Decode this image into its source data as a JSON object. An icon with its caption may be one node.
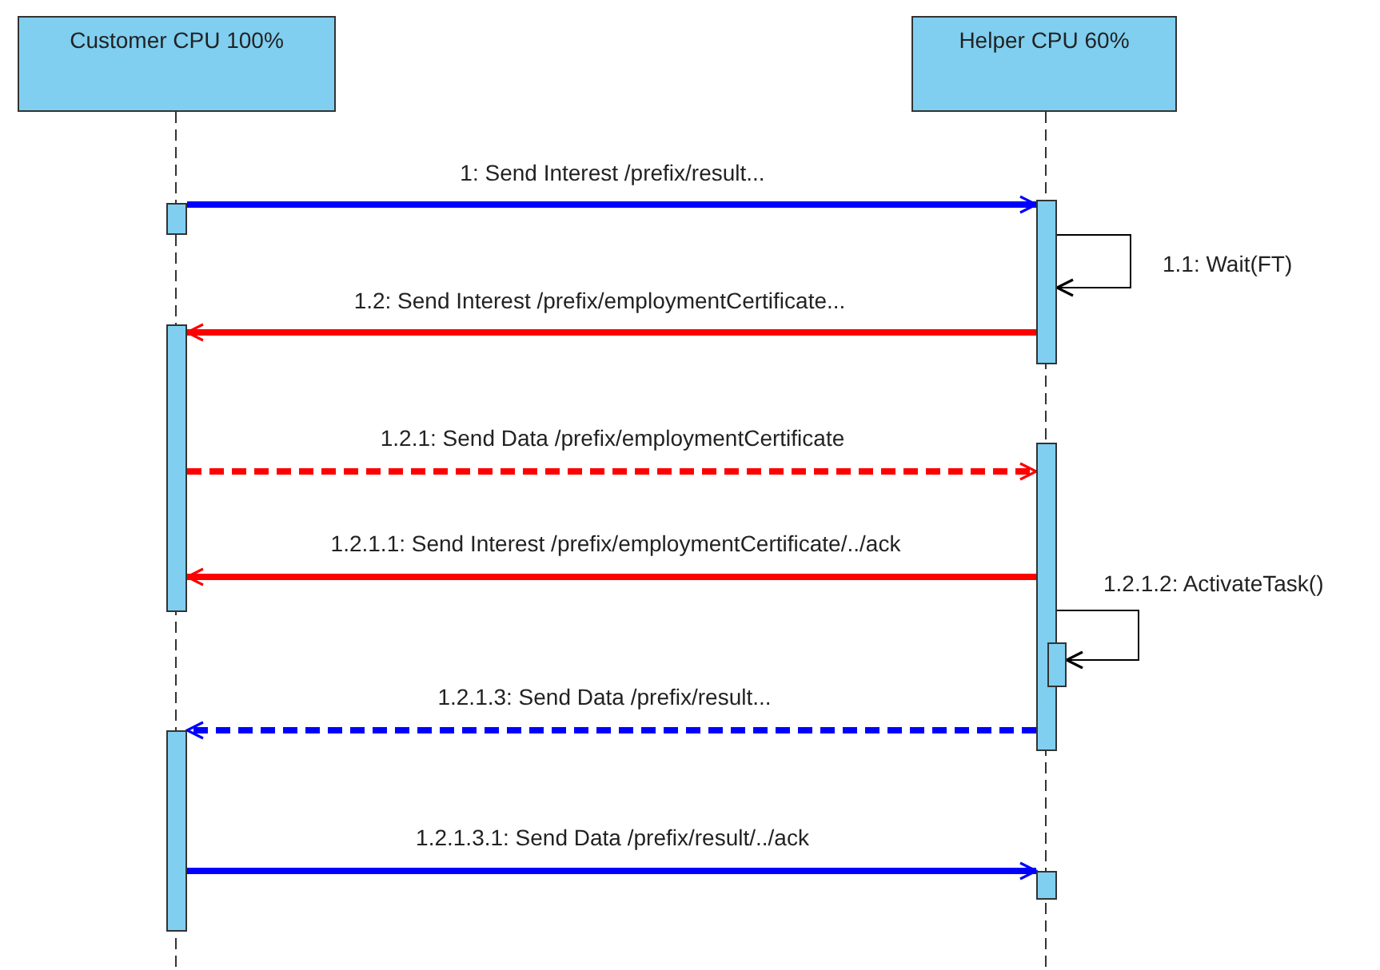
{
  "diagram": {
    "nodes": [
      {
        "text": [
          "Customer CPU 100%"
        ]
      },
      {
        "text": [
          "Helper CPU 60%"
        ]
      },
      {
        "text": [],
        "shape": "bar"
      },
      {
        "text": [],
        "shape": "bar"
      },
      {
        "text": [],
        "shape": "bar"
      },
      {
        "text": [],
        "shape": "bar"
      },
      {
        "text": [],
        "shape": "bar"
      },
      {
        "text": [],
        "shape": "bar"
      },
      {
        "text": [],
        "shape": "bar"
      }
    ],
    "edges": [
      {
        "from": 2,
        "to": 5,
        "arrow": "to",
        "label": "1: Send Interest /prefix/result...",
        "color": "#0000ff"
      },
      {
        "from": 5,
        "to": 5,
        "arrow": "to",
        "label": "1.1: Wait(FT)",
        "color": "#000000"
      },
      {
        "from": 5,
        "to": 3,
        "arrow": "to",
        "label": "1.2: Send Interest /prefix/employmentCertificate...",
        "color": "#ff0000"
      },
      {
        "from": 3,
        "to": 6,
        "arrow": "to",
        "label": "1.2.1: Send Data /prefix/employmentCertificate",
        "style": "dashed",
        "color": "#ff0000"
      },
      {
        "from": 6,
        "to": 3,
        "arrow": "to",
        "label": "1.2.1.1: Send Interest /prefix/employmentCertificate/../ack",
        "color": "#ff0000"
      },
      {
        "from": 6,
        "to": 7,
        "arrow": "to",
        "label": "1.2.1.2: ActivateTask()",
        "color": "#000000"
      },
      {
        "from": 6,
        "to": 4,
        "arrow": "to",
        "label": "1.2.1.3: Send Data /prefix/result...",
        "style": "dashed",
        "color": "#0000ff"
      },
      {
        "from": 4,
        "to": 8,
        "arrow": "to",
        "label": "1.2.1.3.1: Send Data /prefix/result/../ack",
        "color": "#0000ff"
      }
    ]
  }
}
